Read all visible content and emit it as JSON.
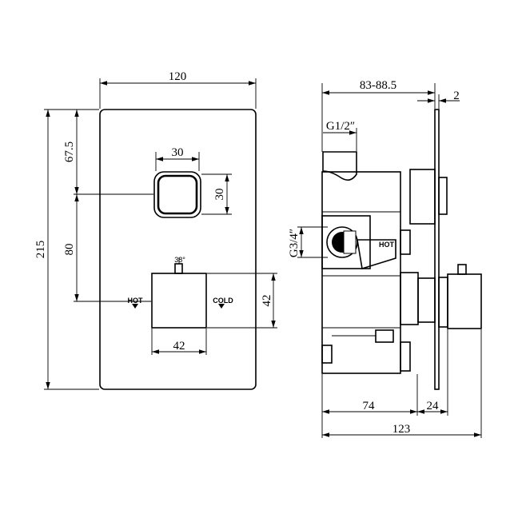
{
  "front_view": {
    "dims": {
      "width": "120",
      "height": "215",
      "top_offset": "67.5",
      "button_spacing": "80",
      "button_width": "30",
      "button_height": "30",
      "handle_width": "42",
      "handle_height": "42"
    },
    "labels": {
      "hot": "HOT",
      "cold": "COLD",
      "temp": "38°"
    }
  },
  "side_view": {
    "dims": {
      "depth_range": "83-88.5",
      "plate_thickness": "2",
      "inlet_thread": "G1/2″",
      "outlet_thread": "G3/4″",
      "body_depth": "74",
      "handle_depth": "24",
      "overall_depth": "123"
    },
    "labels": {
      "hot": "HOT"
    }
  }
}
